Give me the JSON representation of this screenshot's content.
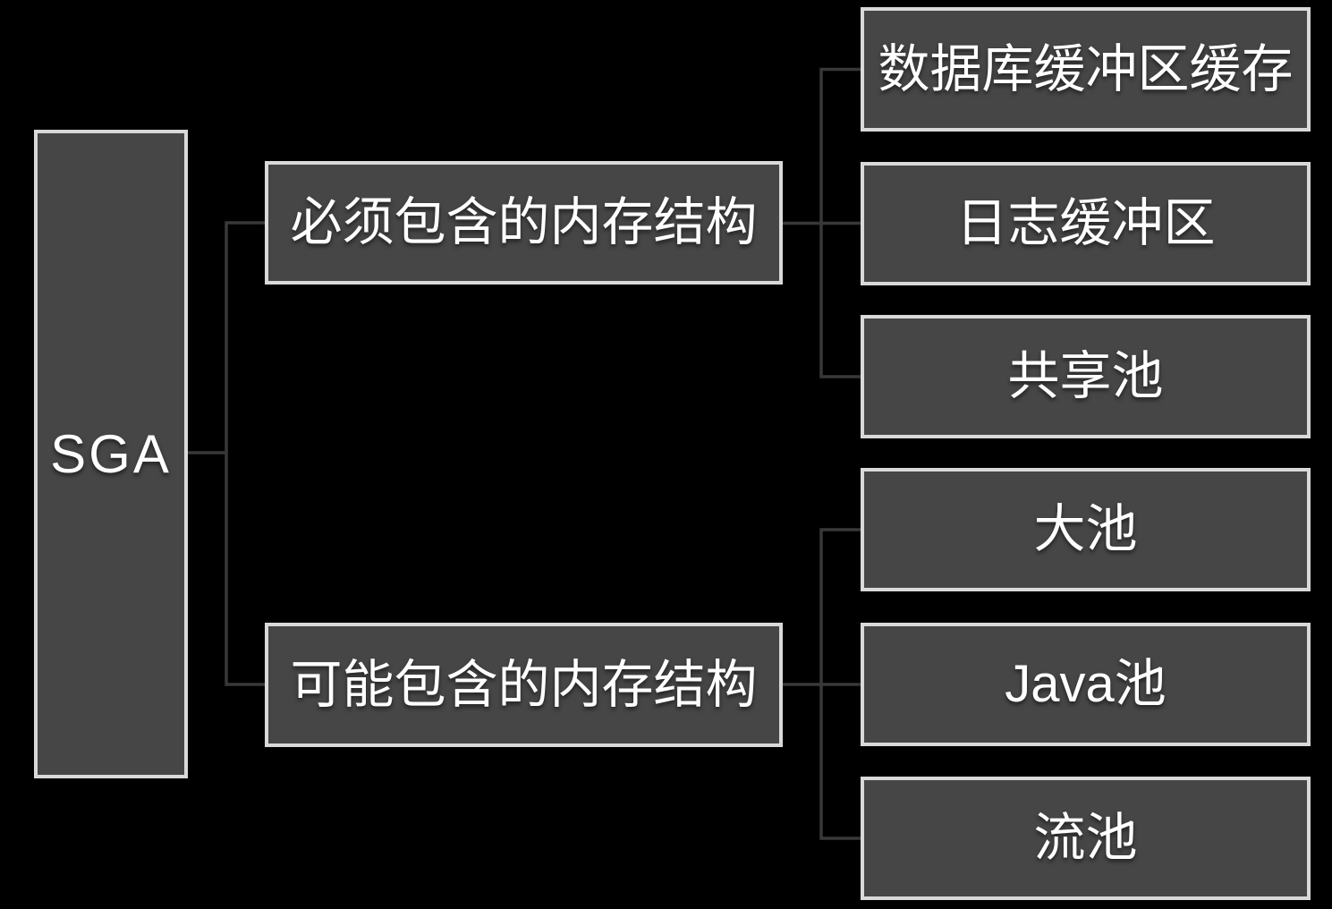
{
  "colors": {
    "background": "#000000",
    "node_fill": "#464646",
    "node_border": "#d9d9d9",
    "connector": "#383838",
    "text": "#ffffff"
  },
  "diagram": {
    "type": "hierarchy",
    "root": {
      "label": "SGA"
    },
    "branches": [
      {
        "label": "必须包含的内存结构",
        "children": [
          {
            "label": "数据库缓冲区缓存"
          },
          {
            "label": "日志缓冲区"
          },
          {
            "label": "共享池"
          }
        ]
      },
      {
        "label": "可能包含的内存结构",
        "children": [
          {
            "label": "大池"
          },
          {
            "label": "Java池"
          },
          {
            "label": "流池"
          }
        ]
      }
    ]
  }
}
